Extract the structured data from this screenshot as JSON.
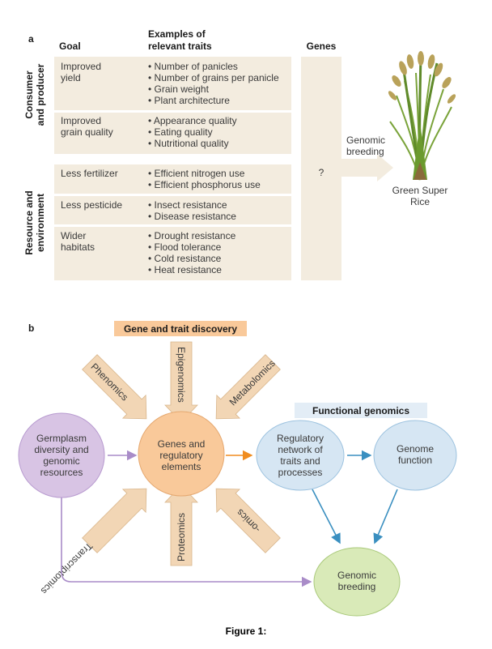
{
  "panel_a": {
    "label": "a",
    "headers": {
      "goal": "Goal",
      "traits_line1": "Examples of",
      "traits_line2": "relevant traits",
      "genes": "Genes"
    },
    "groups": [
      {
        "label_line1": "Consumer",
        "label_line2": "and producer"
      },
      {
        "label_line1": "Resource and",
        "label_line2": "environment"
      }
    ],
    "rows": [
      {
        "goal": [
          "Improved",
          "yield"
        ],
        "traits": [
          "Number of panicles",
          "Number of grains per panicle",
          "Grain weight",
          "Plant architecture"
        ]
      },
      {
        "goal": [
          "Improved",
          "grain quality"
        ],
        "traits": [
          "Appearance quality",
          "Eating quality",
          "Nutritional quality"
        ]
      },
      {
        "goal": [
          "Less fertilizer"
        ],
        "traits": [
          "Efficient nitrogen use",
          "Efficient phosphorus use"
        ]
      },
      {
        "goal": [
          "Less pesticide"
        ],
        "traits": [
          "Insect resistance",
          "Disease resistance"
        ]
      },
      {
        "goal": [
          "Wider",
          "habitats"
        ],
        "traits": [
          "Drought resistance",
          "Flood tolerance",
          "Cold resistance",
          "Heat resistance"
        ]
      }
    ],
    "genes_mark": "?",
    "arrow_label": [
      "Genomic",
      "breeding"
    ],
    "rice_label": [
      "Green Super",
      "Rice"
    ]
  },
  "panel_b": {
    "label": "b",
    "discovery_title": "Gene and trait discovery",
    "functional_title": "Functional genomics",
    "omics_arrows": [
      "Epigenomics",
      "Phenomics",
      "Metabolomics",
      "Transcriptomics",
      "Proteomics",
      "-omics"
    ],
    "nodes": {
      "germplasm": [
        "Germplasm",
        "diversity and",
        "genomic",
        "resources"
      ],
      "genes": [
        "Genes and",
        "regulatory",
        "elements"
      ],
      "regulatory": [
        "Regulatory",
        "network of",
        "traits and",
        "processes"
      ],
      "genome": [
        "Genome",
        "function"
      ],
      "breeding": [
        "Genomic",
        "breeding"
      ]
    }
  },
  "caption": "Figure 1:",
  "colors": {
    "table_fill": "#f3ecdf",
    "orange_node": "#f9c99a",
    "arrow_fill": "#f2d6b5",
    "purple_node": "#d8c4e4",
    "blue_node": "#d6e6f3",
    "green_node": "#d9eab8",
    "purple_arrow": "#a98cc8",
    "blue_arrow": "#3a8fc0",
    "orange_arrow": "#f08c1f"
  }
}
